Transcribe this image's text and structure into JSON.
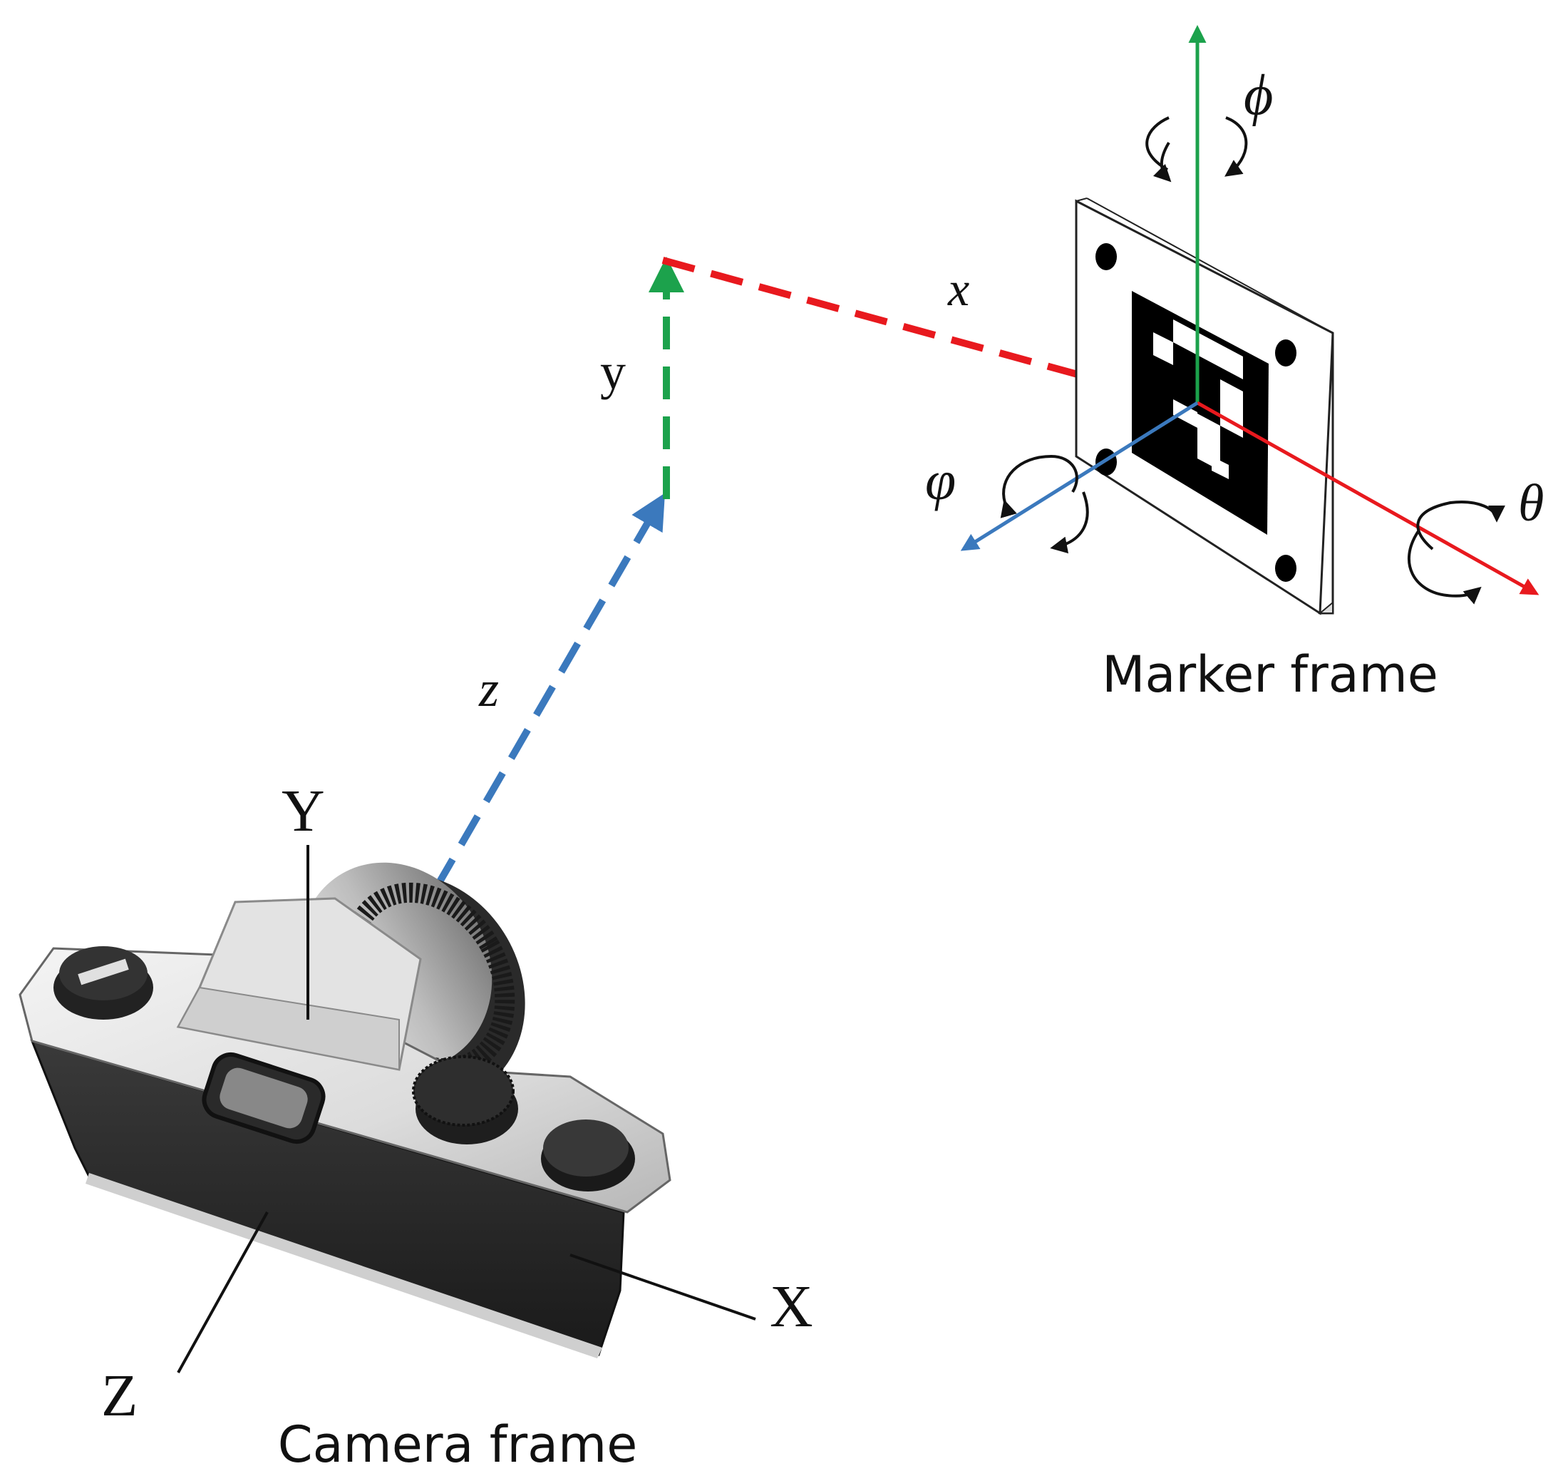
{
  "colors": {
    "x_axis": "#e8191e",
    "y_axis": "#1ca24c",
    "z_axis": "#3b79bd",
    "text": "#111111",
    "arrow_black": "#111111"
  },
  "labels": {
    "translation_x": "x",
    "translation_y": "y",
    "translation_z": "z",
    "camera_X": "X",
    "camera_Y": "Y",
    "camera_Z": "Z",
    "rot_phi": "ϕ",
    "rot_varphi": "φ",
    "rot_theta": "θ",
    "marker_frame": "Marker frame",
    "camera_frame": "Camera frame"
  },
  "icons": {
    "camera": "camera-icon",
    "marker": "aruco-marker-icon"
  }
}
